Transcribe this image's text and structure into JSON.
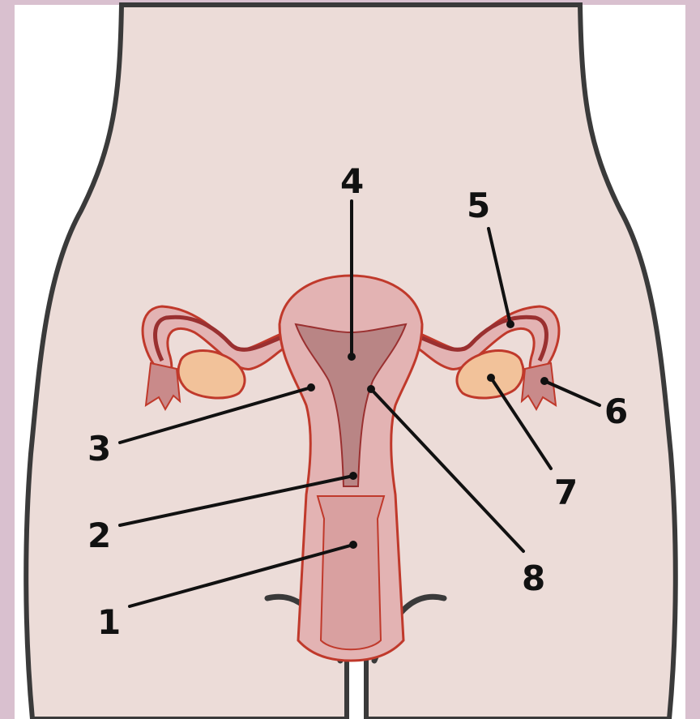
{
  "colors": {
    "frame": "#d9c0cf",
    "background": "#ffffff",
    "body_fill": "#ecdcd8",
    "body_outline": "#3a3a3a",
    "uterus_fill": "#e3b3b3",
    "uterus_outline": "#c0392b",
    "cavity_fill": "#b98585",
    "ovary_fill": "#f2c29a",
    "leader": "#111111"
  },
  "labels": [
    {
      "id": "1",
      "text": "1"
    },
    {
      "id": "2",
      "text": "2"
    },
    {
      "id": "3",
      "text": "3"
    },
    {
      "id": "4",
      "text": "4"
    },
    {
      "id": "5",
      "text": "5"
    },
    {
      "id": "6",
      "text": "6"
    },
    {
      "id": "7",
      "text": "7"
    },
    {
      "id": "8",
      "text": "8"
    }
  ]
}
